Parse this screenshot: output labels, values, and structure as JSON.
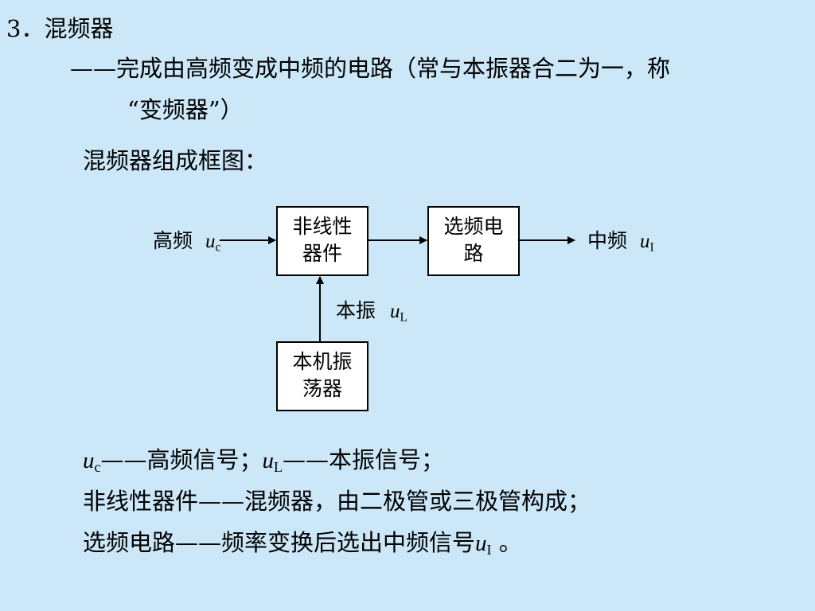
{
  "heading": {
    "number": "3．",
    "title": "混频器"
  },
  "description": {
    "line1": "——完成由高频变成中频的电路（常与本振器合二为一，称",
    "line2": "“变频器”）"
  },
  "diagram_title": "混频器组成框图：",
  "diagram": {
    "blocks": {
      "nonlinear": [
        "非线性",
        "器件"
      ],
      "filter": [
        "选频电",
        "路"
      ],
      "oscillator": [
        "本机振",
        "荡器"
      ]
    },
    "labels": {
      "input_text": "高频",
      "input_var": "u",
      "input_sub": "c",
      "output_text": "中频",
      "output_var": "u",
      "output_sub": "I",
      "lo_text": "本振",
      "lo_var": "u",
      "lo_sub": "L"
    }
  },
  "notes": {
    "line1": {
      "var1": "u",
      "sub1": "c",
      "desc1": "——高频信号；",
      "var2": "u",
      "sub2": "L",
      "desc2": "——本振信号；"
    },
    "line2": "非线性器件——混频器，由二极管或三极管构成；",
    "line3": {
      "text": "选频电路——频率变换后选出中频信号",
      "var": "u",
      "sub": "I",
      "end": " 。"
    }
  },
  "colors": {
    "background": "#cce8f8",
    "block_fill": "#ffffff",
    "line": "#000000"
  }
}
